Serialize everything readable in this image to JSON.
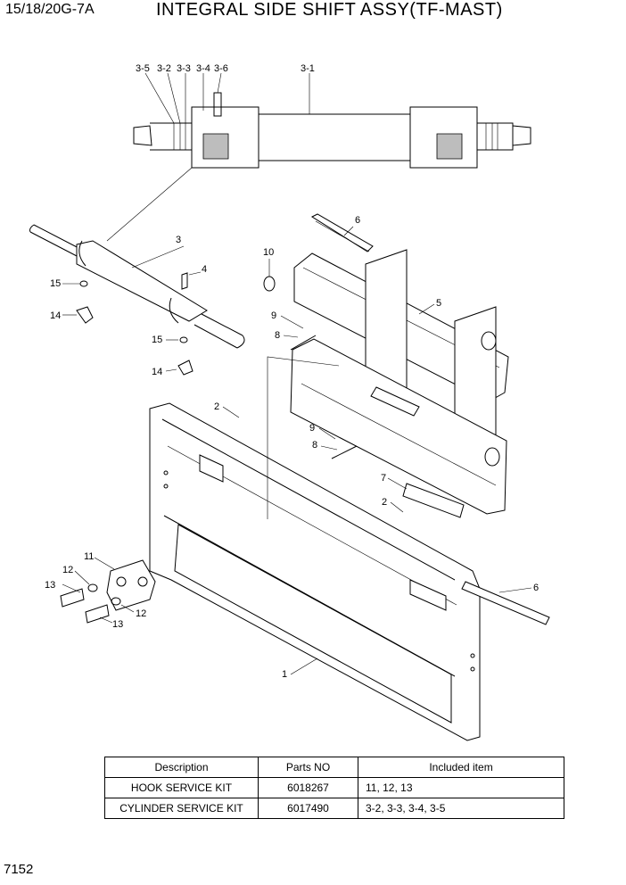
{
  "header": {
    "model": "15/18/20G-7A",
    "title": "INTEGRAL SIDE SHIFT ASSY(TF-MAST)"
  },
  "callouts": {
    "c3_5": "3-5",
    "c3_2": "3-2",
    "c3_3": "3-3",
    "c3_4": "3-4",
    "c3_6": "3-6",
    "c3_1": "3-1",
    "c3": "3",
    "c4": "4",
    "c6a": "6",
    "c10": "10",
    "c5": "5",
    "c15a": "15",
    "c14a": "14",
    "c15b": "15",
    "c14b": "14",
    "c9a": "9",
    "c8a": "8",
    "c2a": "2",
    "c9b": "9",
    "c8b": "8",
    "c7": "7",
    "c2b": "2",
    "c11": "11",
    "c12a": "12",
    "c13a": "13",
    "c12b": "12",
    "c13b": "13",
    "c6b": "6",
    "c1": "1"
  },
  "table": {
    "headers": [
      "Description",
      "Parts NO",
      "Included item"
    ],
    "rows": [
      [
        "HOOK SERVICE KIT",
        "6018267",
        "11, 12, 13"
      ],
      [
        "CYLINDER SERVICE KIT",
        "6017490",
        "3-2, 3-3, 3-4, 3-5"
      ]
    ]
  },
  "footer": {
    "page_number": "7152"
  }
}
